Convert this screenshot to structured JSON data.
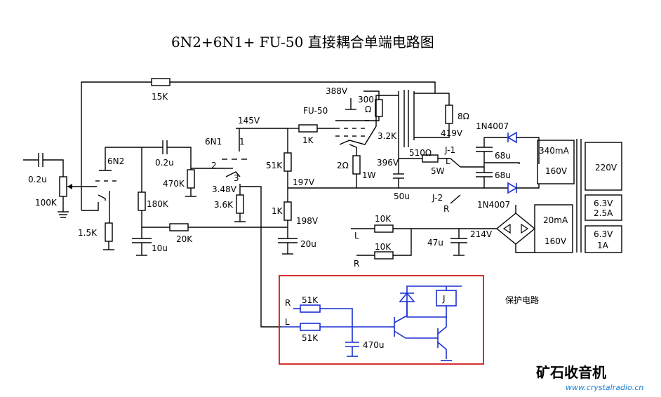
{
  "title": "6N2+6N1+ FU-50 直接耦合单端电路图",
  "labels": {
    "r15k": "15K",
    "v388": "388V",
    "r300": "300",
    "ohm": "Ω",
    "r8ohm": "8Ω",
    "fu50": "FU-50",
    "v145": "145V",
    "r3k2": "3.2K",
    "v419": "419V",
    "d1": "1N4007",
    "tube2": "6N1",
    "pin1": "1",
    "pin2": "2",
    "pin3": "3",
    "c02in": "0.2u",
    "pot100k": "100K",
    "tube1": "6N2",
    "c02mid": "0.2u",
    "r470k": "470K",
    "r1k_grid": "1K",
    "r51k": "51K",
    "r2ohm": "2Ω",
    "w1": "1W",
    "v396": "396V",
    "r510": "510Ω",
    "j1": "J-1",
    "lch": "L",
    "c68a": "68u",
    "c68b": "68u",
    "i340": "340mA",
    "v160a": "160V",
    "v220": "220V",
    "w5": "5W",
    "v348": "3.48V",
    "v197": "197V",
    "r3k6": "3.6K",
    "c50": "50u",
    "j2": "J-2",
    "rch": "R",
    "d2": "1N4007",
    "h63a": "6.3V",
    "h25a": "2.5A",
    "r180k": "180K",
    "r1k5": "1.5K",
    "r1k_b": "1K",
    "v198": "198V",
    "r10k_a": "10K",
    "i20": "20mA",
    "v160b": "160V",
    "r20k": "20K",
    "c10": "10u",
    "c20": "20u",
    "l2": "L",
    "r10k_b": "10K",
    "c47": "47u",
    "v214": "214V",
    "h63b": "6.3V",
    "h1a": "1A",
    "r2": "R",
    "prot_title": "保护电路",
    "p_r": "R",
    "p_l": "L",
    "p_51k_a": "51K",
    "p_51k_b": "51K",
    "p_470u": "470u",
    "p_relay": "J",
    "wm_cn": "矿石收音机",
    "wm_url": "www.crystalradio.cn"
  },
  "colors": {
    "wire": "#000000",
    "protection_wire": "#1a2fd0",
    "protection_box": "#d11a1a",
    "diode": "#1a2fd0",
    "watermark": "#1a7fd0"
  }
}
